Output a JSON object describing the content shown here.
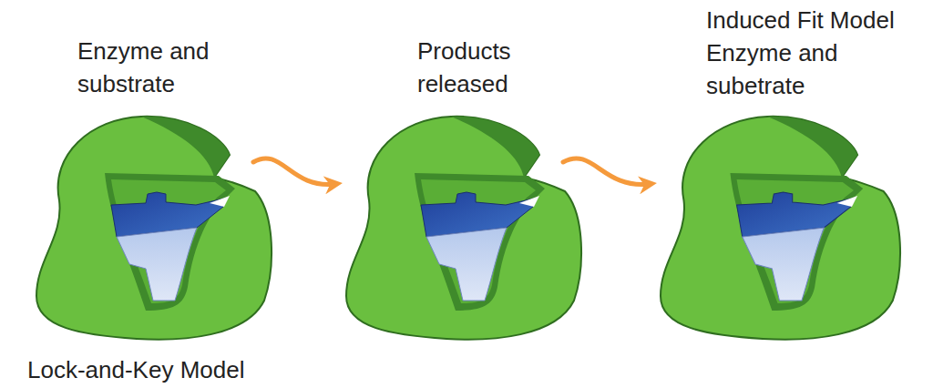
{
  "diagram": {
    "nodes": [
      {
        "text": [
          "Enzyme and substrate"
        ]
      },
      {
        "text": [
          "Products released"
        ]
      },
      {
        "text": [
          "Induced Fit Model",
          "Enzyme and subetrate"
        ]
      }
    ],
    "edges": [
      {
        "from": 0,
        "to": 1,
        "arrow": "to"
      },
      {
        "from": 1,
        "to": 2,
        "arrow": "to"
      }
    ],
    "labels": [
      "Lock-and-Key Model"
    ]
  }
}
